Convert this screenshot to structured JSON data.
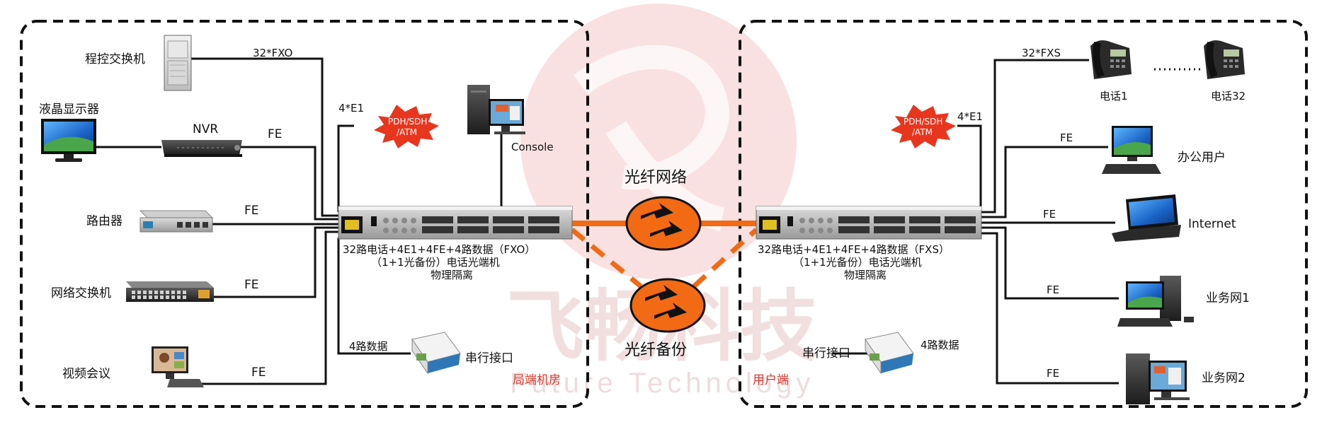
{
  "colors": {
    "fiber": "#f26a14",
    "site_label": "#d9342b",
    "watermark": "#e7a8a8",
    "burst": "#e8361e"
  },
  "watermark": {
    "chinese": "飞畅科技",
    "english": "Future Technology"
  },
  "left_site": {
    "site_name": "局端机房",
    "devices": {
      "pbx": "程控交换机",
      "monitor": "液晶显示器",
      "nvr": "NVR",
      "router": "路由器",
      "switch": "网络交换机",
      "video_conf": "视频会议",
      "console": "Console",
      "serial": "串行接口"
    },
    "links": {
      "pbx": "32*FXO",
      "e1": "4*E1",
      "nvr": "FE",
      "router": "FE",
      "switch": "FE",
      "video": "FE",
      "serial": "4路数据"
    },
    "pdh_cloud": [
      "PDH/SDH",
      "/ATM"
    ],
    "unit_caption": [
      "32路电话+4E1+4FE+4路数据（FXO）",
      "（1+1光备份）电话光端机",
      "物理隔离"
    ]
  },
  "right_site": {
    "site_name": "用户端",
    "devices": {
      "phone1": "电话1",
      "phone32": "电话32",
      "office": "办公用户",
      "internet": "Internet",
      "biz1": "业务网1",
      "biz2": "业务网2",
      "serial": "串行接口"
    },
    "links": {
      "phones": "32*FXS",
      "e1": "4*E1",
      "office": "FE",
      "internet": "FE",
      "biz1": "FE",
      "biz2": "FE",
      "serial": "4路数据"
    },
    "pdh_cloud": [
      "PDH/SDH",
      "/ATM"
    ],
    "unit_caption": [
      "32路电话+4E1+4FE+4路数据（FXS）",
      "（1+1光备份）电话光端机",
      "物理隔离"
    ]
  },
  "fiber": {
    "primary": "光纤网络",
    "backup": "光纤备份"
  }
}
